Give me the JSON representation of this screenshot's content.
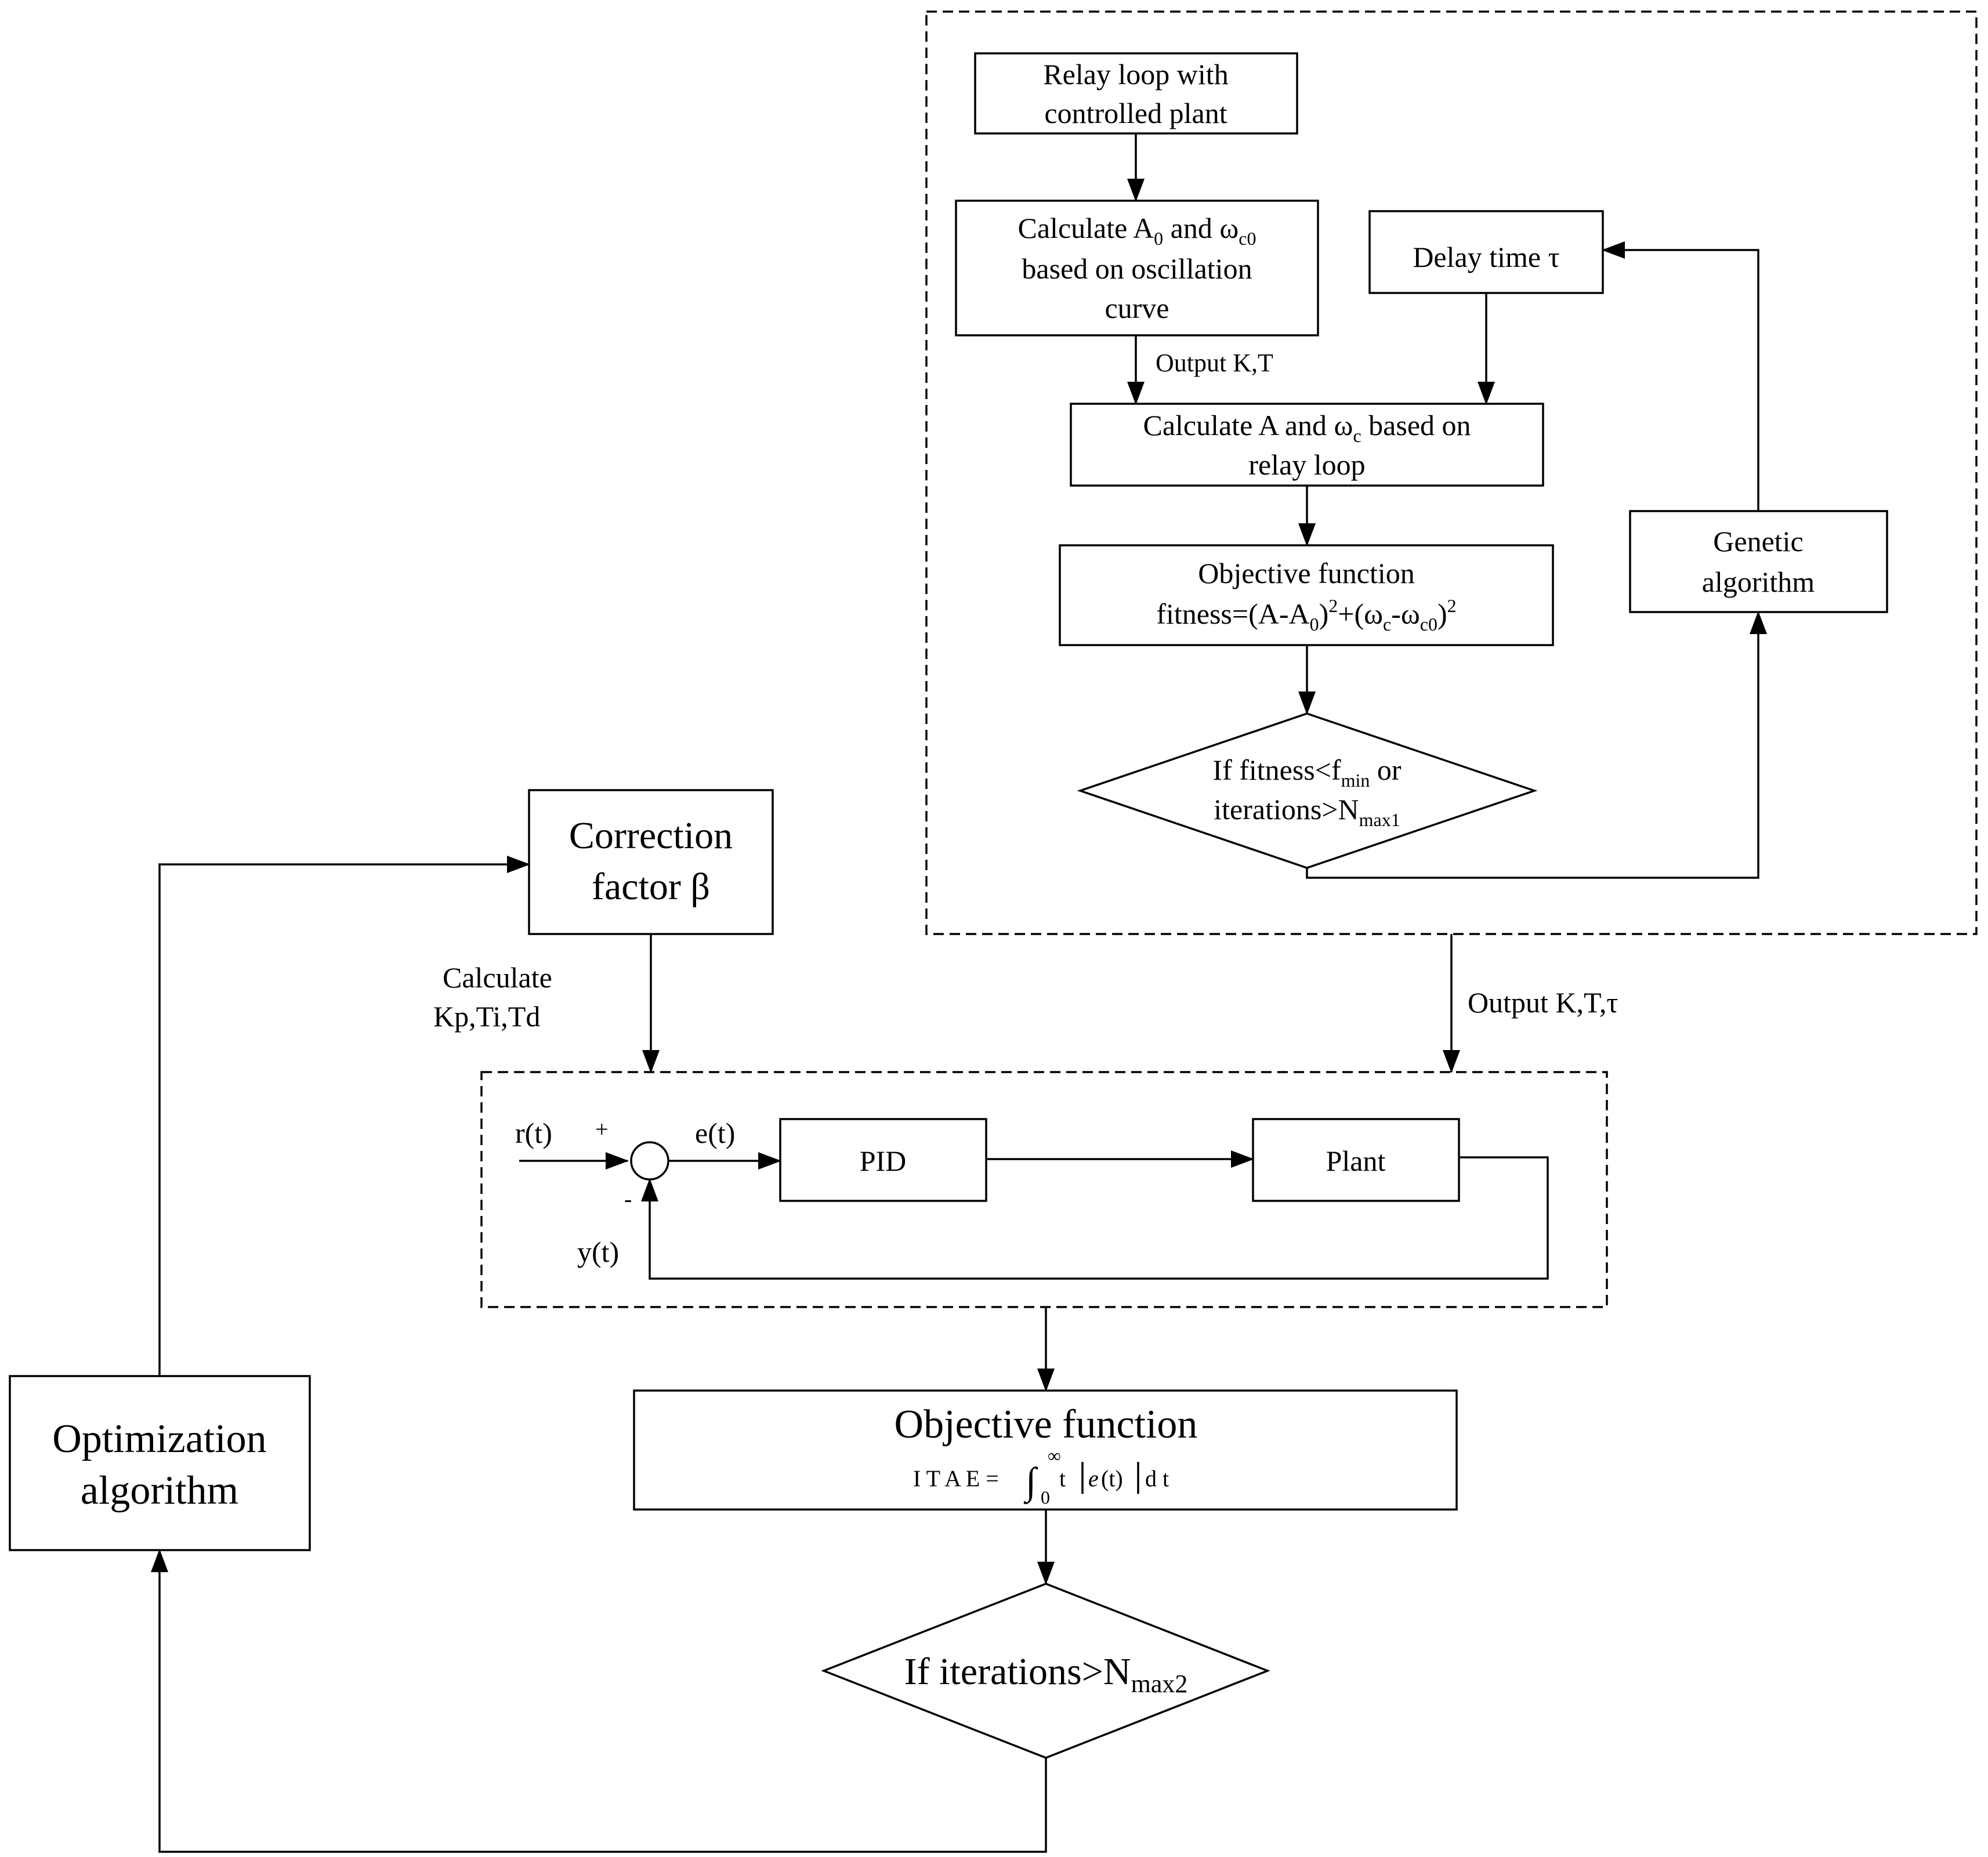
{
  "boxes": {
    "relay_loop": [
      "Relay loop with",
      "controlled plant"
    ],
    "calc_a0": {
      "l1_a": "Calculate A",
      "l1_sub0": "0",
      "l1_b": " and ω",
      "l1_sub1": "c0",
      "l2": "based on oscillation",
      "l3": "curve"
    },
    "delay_time": "Delay time  τ",
    "calc_a": {
      "l1_a": "Calculate A and ω",
      "l1_sub": "c",
      "l1_b": " based on",
      "l2": "relay loop"
    },
    "genetic": [
      "Genetic",
      "algorithm"
    ],
    "objective_inner": {
      "l1": "Objective function",
      "l2_a": "fitness=(A-A",
      "l2_sub0": "0",
      "l2_b": ")",
      "l2_sup1": "2",
      "l2_c": "+(ω",
      "l2_sub1": "c",
      "l2_d": "-ω",
      "l2_sub2": "c0",
      "l2_e": ")",
      "l2_sup2": "2"
    },
    "decision_inner": {
      "l1_a": "If fitness<f",
      "l1_sub": "min",
      "l1_b": " or",
      "l2_a": "iterations>N",
      "l2_sub": "max1"
    },
    "correction": [
      "Correction",
      "factor β"
    ],
    "pid": "PID",
    "plant": "Plant",
    "objective_outer": {
      "title": "Objective function",
      "formula_a": "I T A E  =",
      "formula_int": "∫",
      "formula_sup": "∞",
      "formula_sub": "0",
      "formula_b": " t ",
      "formula_c": "e",
      "formula_d": "(t)",
      "formula_e": "d t"
    },
    "decision_outer": {
      "a": "If iterations>N",
      "sub": "max2"
    },
    "optimization": [
      "Optimization",
      "algorithm"
    ]
  },
  "labels": {
    "output_kt": "Output K,T",
    "output_ktt": "Output K,T,τ",
    "calculate": [
      "Calculate",
      "Kp,Ti,Td"
    ],
    "r": "r(t)",
    "plus": "+",
    "e": "e(t)",
    "minus": "-",
    "y": "y(t)"
  }
}
